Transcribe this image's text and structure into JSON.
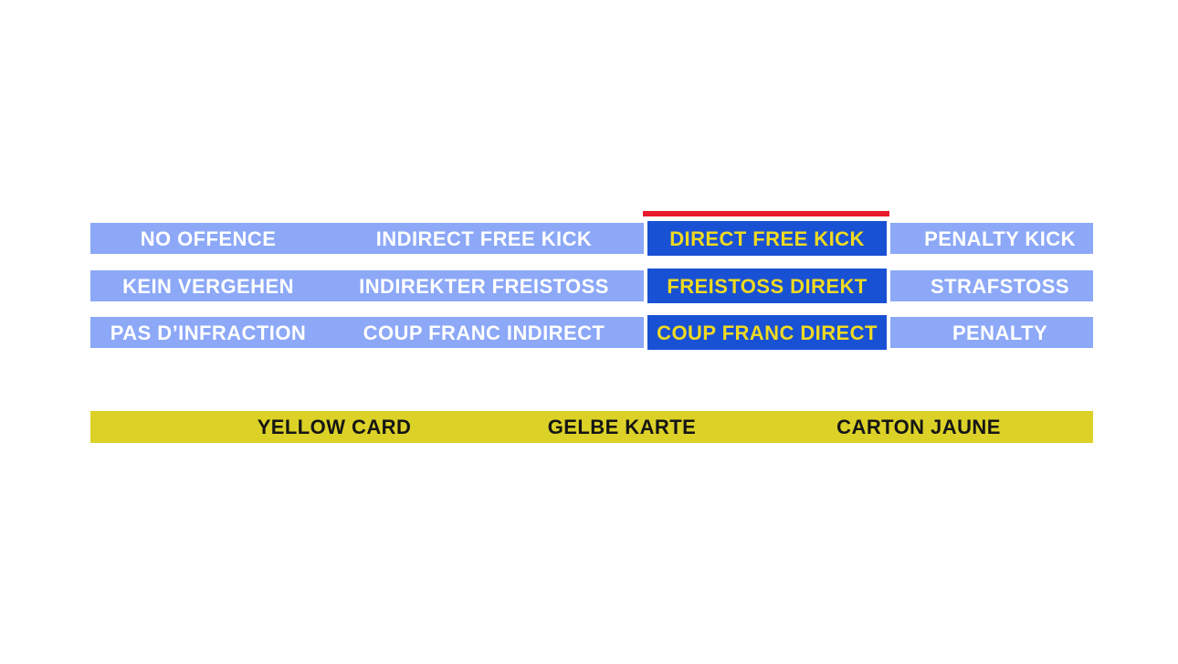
{
  "colors": {
    "option_bg": "#8CA8F7",
    "option_text": "#FFFFFF",
    "selected_bg": "#1951D4",
    "selected_text": "#EFDA21",
    "indicator": "#E8192C",
    "card_bar_bg": "#DCD227",
    "card_bar_text": "#151515"
  },
  "decision_grid": {
    "selected_column": "DIRECT FREE KICK",
    "rows": [
      {
        "language": "english",
        "cells": [
          {
            "label": "NO OFFENCE",
            "selected": false
          },
          {
            "label": "INDIRECT FREE KICK",
            "selected": false
          },
          {
            "label": "DIRECT FREE KICK",
            "selected": true
          },
          {
            "label": "PENALTY KICK",
            "selected": false
          }
        ]
      },
      {
        "language": "german",
        "cells": [
          {
            "label": "KEIN VERGEHEN",
            "selected": false
          },
          {
            "label": "INDIREKTER FREISTOSS",
            "selected": false
          },
          {
            "label": "FREISTOSS DIREKT",
            "selected": true
          },
          {
            "label": "STRAFSTOSS",
            "selected": false
          }
        ]
      },
      {
        "language": "french",
        "cells": [
          {
            "label": "PAS D’INFRACTION",
            "selected": false
          },
          {
            "label": "COUP FRANC INDIRECT",
            "selected": false
          },
          {
            "label": "COUP FRANC DIRECT",
            "selected": true
          },
          {
            "label": "PENALTY",
            "selected": false
          }
        ]
      }
    ]
  },
  "card_bar": {
    "labels": [
      "YELLOW CARD",
      "GELBE KARTE",
      "CARTON JAUNE"
    ]
  }
}
